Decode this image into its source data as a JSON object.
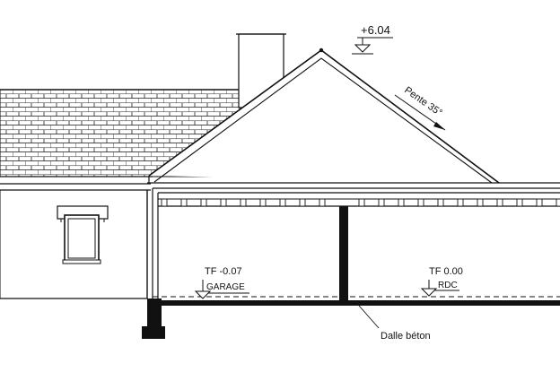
{
  "annotations": {
    "ridge_level": "+6.04",
    "roof_slope": "Pente 35°",
    "garage_floor_level": "TF -0.07",
    "garage_room": "GARAGE",
    "rdc_floor_level": "TF 0.00",
    "rdc_room": "RDC",
    "slab": "Dalle béton"
  },
  "colors": {
    "line": "#111111",
    "background": "#ffffff"
  }
}
